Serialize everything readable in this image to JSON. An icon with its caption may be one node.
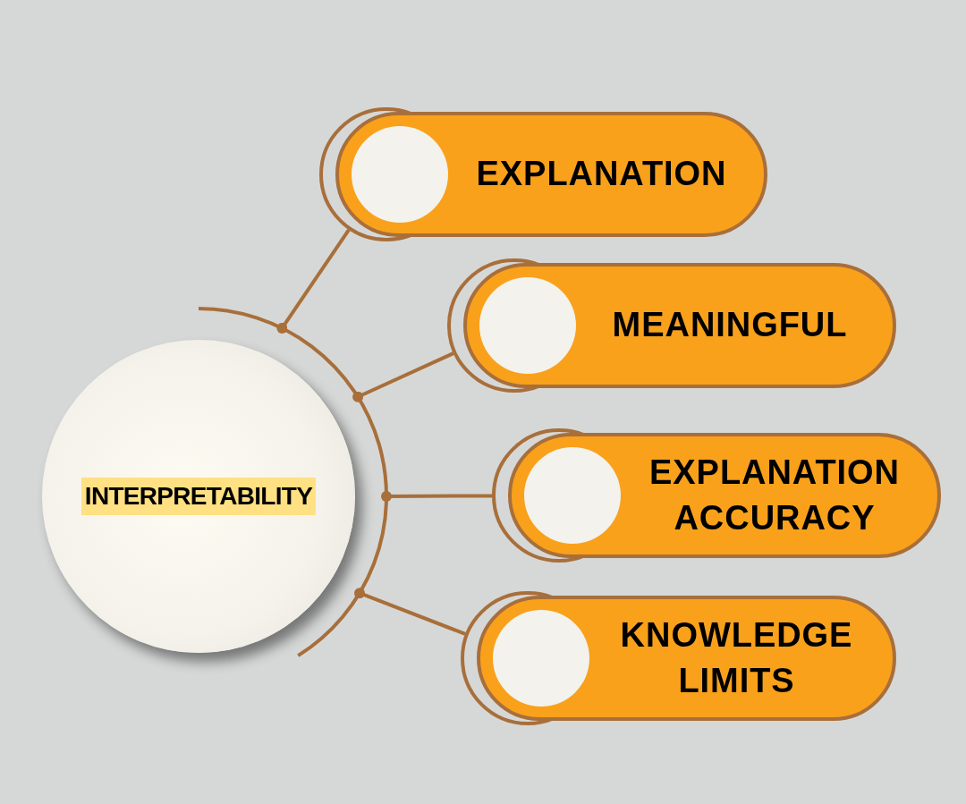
{
  "diagram": {
    "nodes": [
      {
        "text": [
          "INTERPRETABILITY"
        ]
      },
      {
        "text": [
          "EXPLANATION"
        ]
      },
      {
        "text": [
          "MEANINGFUL"
        ]
      },
      {
        "text": [
          "EXPLANATION ACCURACY"
        ]
      },
      {
        "text": [
          "KNOWLEDGE LIMITS"
        ]
      }
    ],
    "edges": [
      {
        "from": 0,
        "to": 1,
        "arrow": "other"
      },
      {
        "from": 0,
        "to": 2,
        "arrow": "other"
      },
      {
        "from": 0,
        "to": 3,
        "arrow": "other"
      },
      {
        "from": 0,
        "to": 4,
        "arrow": "other"
      }
    ]
  }
}
